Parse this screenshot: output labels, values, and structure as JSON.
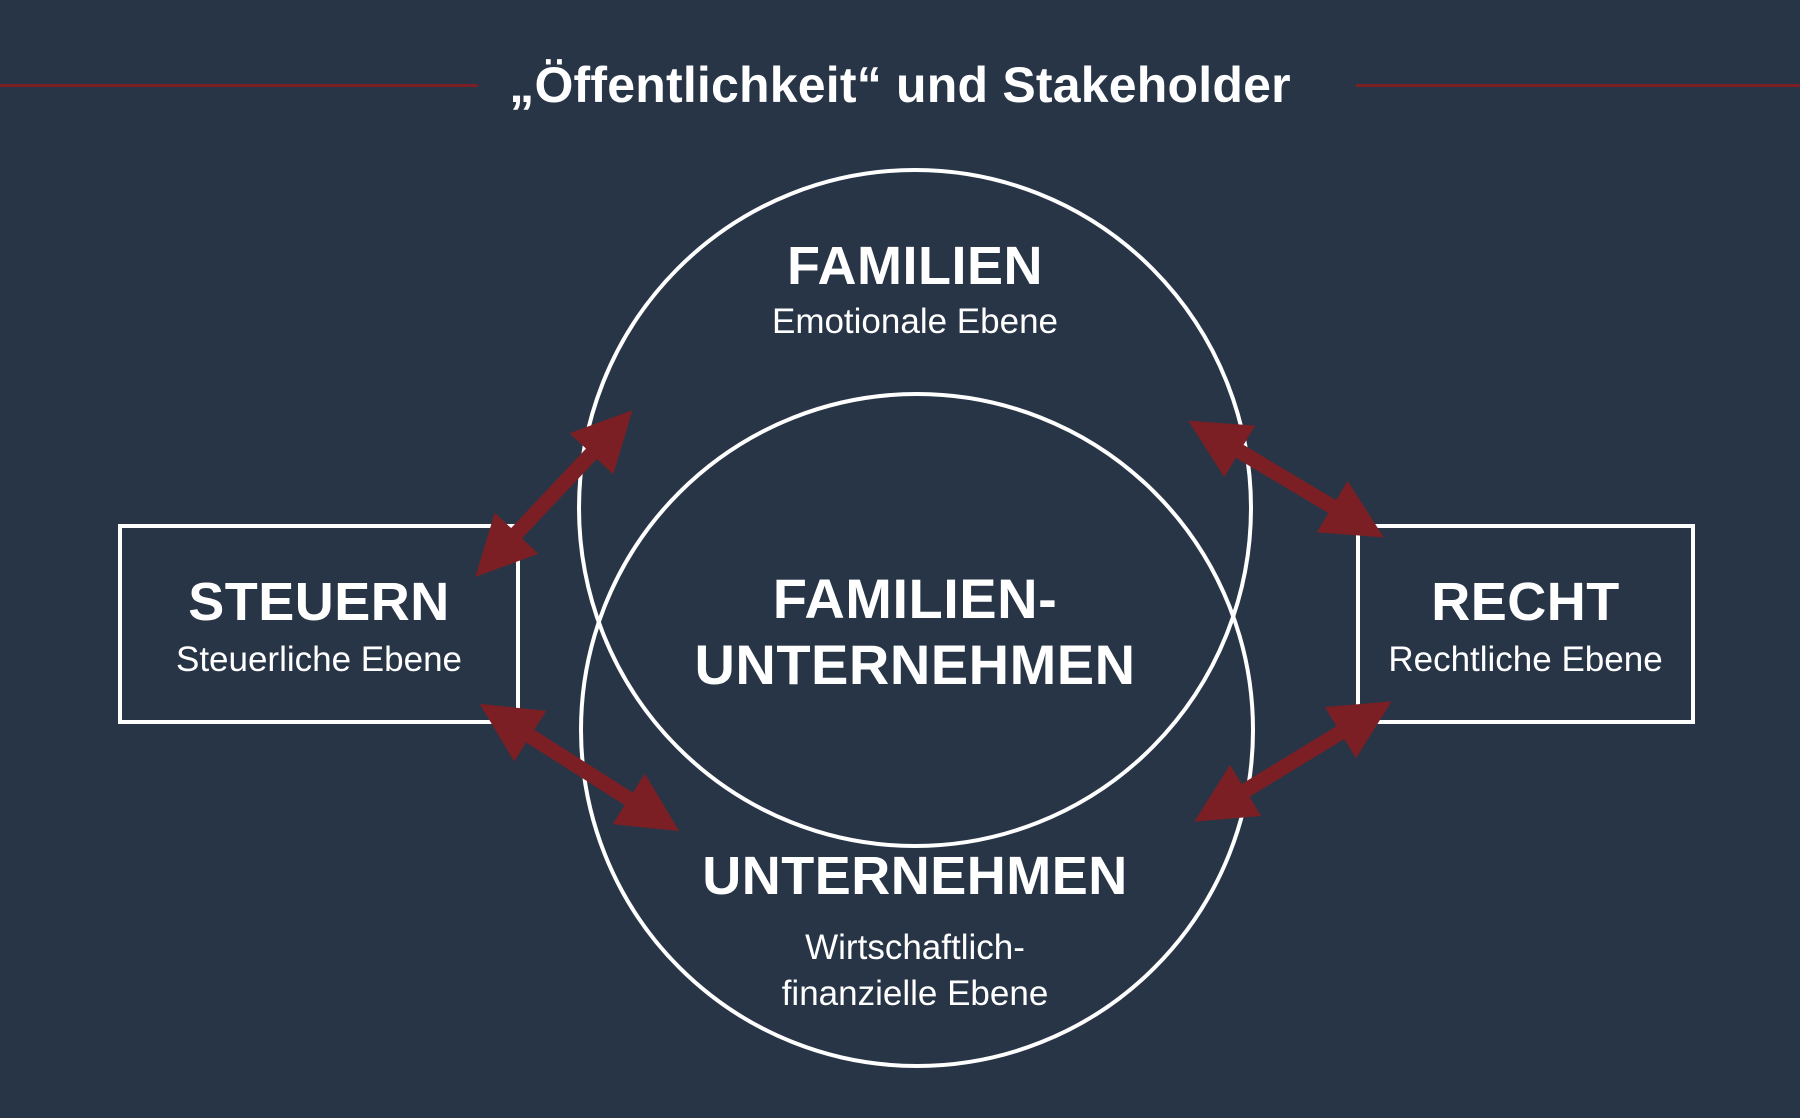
{
  "title": "„Öffentlichkeit“ und Stakeholder",
  "colors": {
    "background": "#283547",
    "lines": "#ffffff",
    "accent_arrows": "#7b1f24",
    "title_rules": "#7b1f24"
  },
  "circles": {
    "familien": {
      "heading": "FAMILIEN",
      "subheading": "Emotionale Ebene"
    },
    "unternehmen": {
      "heading": "UNTERNEHMEN",
      "subheading_line1": "Wirtschaftlich-",
      "subheading_line2": "finanzielle Ebene"
    },
    "overlap": {
      "line1": "FAMILIEN-",
      "line2": "UNTERNEHMEN"
    }
  },
  "boxes": {
    "steuern": {
      "heading": "STEUERN",
      "subheading": "Steuerliche Ebene"
    },
    "recht": {
      "heading": "RECHT",
      "subheading": "Rechtliche Ebene"
    }
  },
  "arrows": [
    {
      "from": "steuern",
      "to": "familien",
      "type": "double-headed"
    },
    {
      "from": "steuern",
      "to": "unternehmen",
      "type": "double-headed"
    },
    {
      "from": "recht",
      "to": "familien",
      "type": "double-headed"
    },
    {
      "from": "recht",
      "to": "unternehmen",
      "type": "double-headed"
    }
  ]
}
